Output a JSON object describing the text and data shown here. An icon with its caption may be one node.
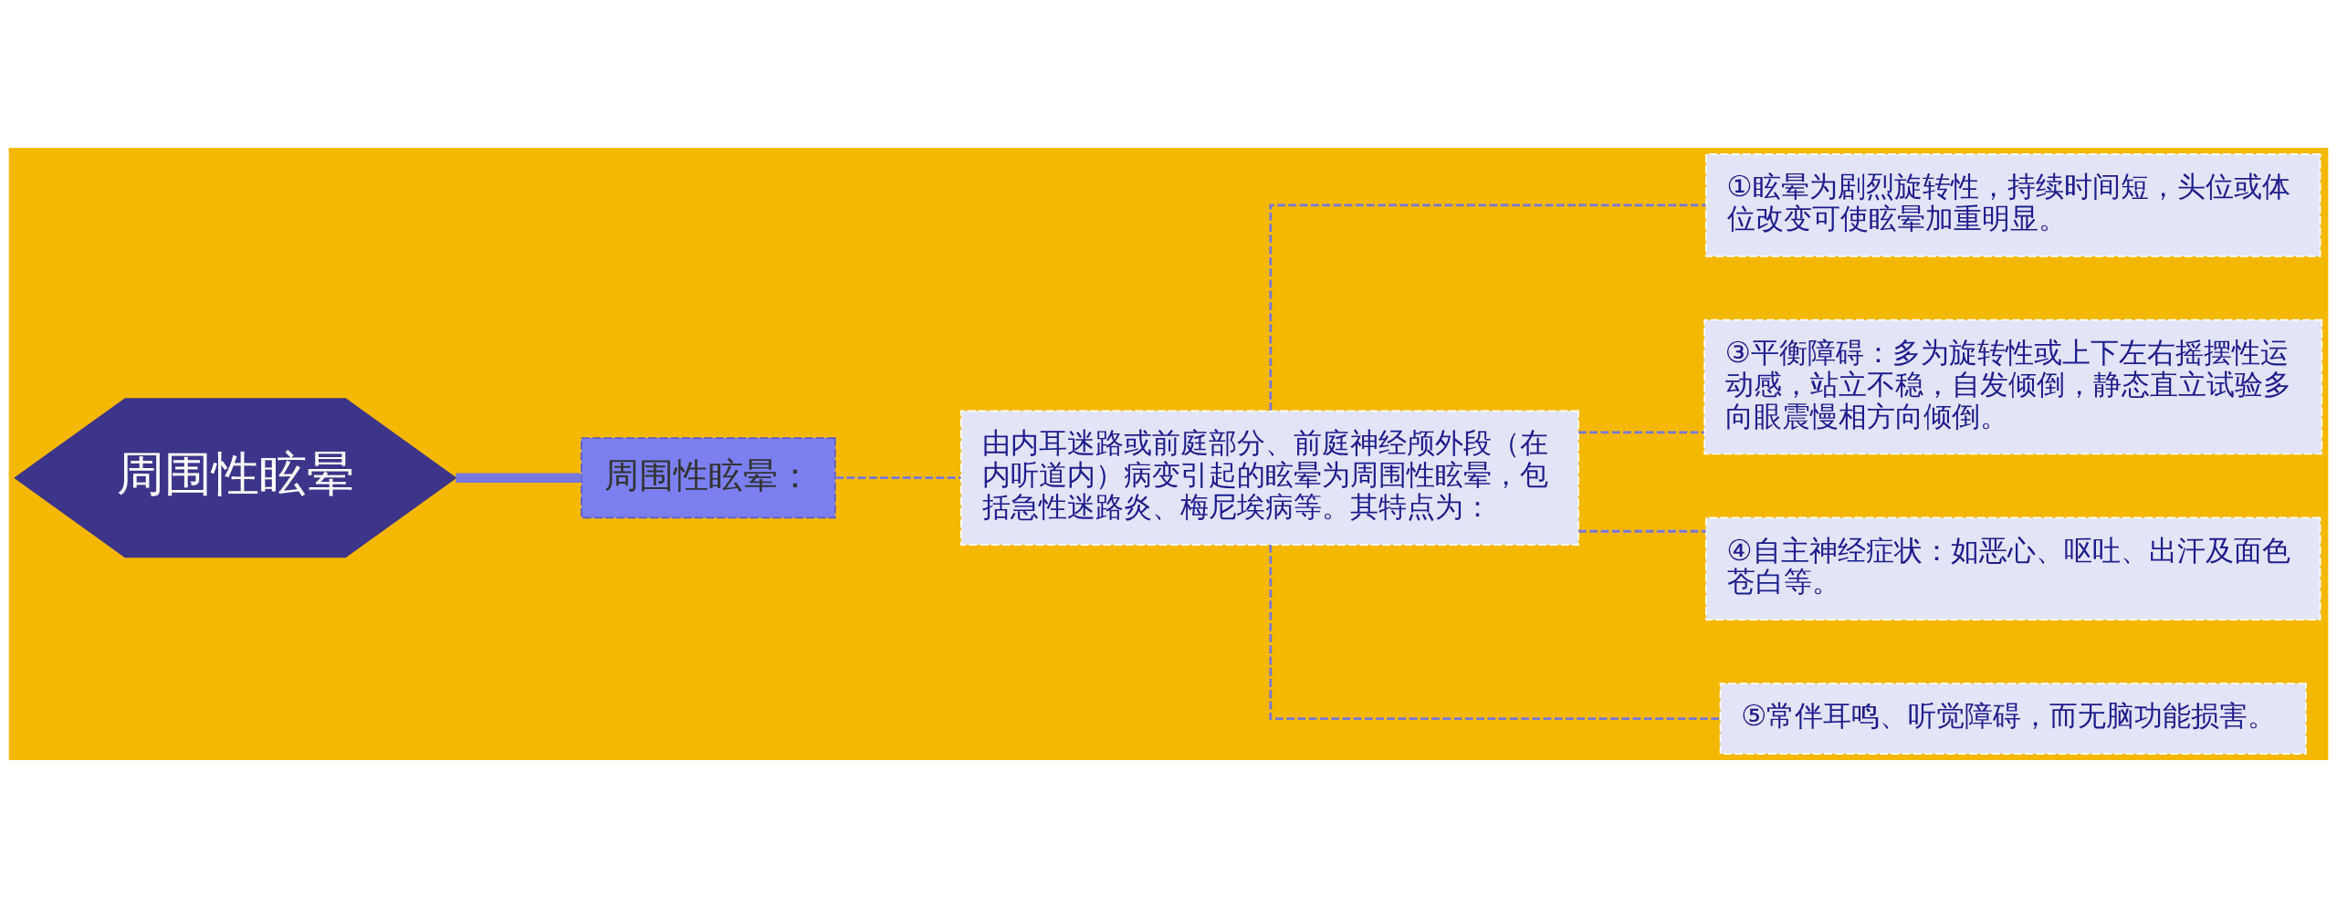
{
  "diagram": {
    "nodes": [
      {
        "text": [
          "周围性眩晕"
        ]
      },
      {
        "text": [
          "周围性眩晕："
        ]
      },
      {
        "text": [
          "由内耳迷路或前庭部分、前庭神经颅外段（在内听道内）病变引起的眩晕为周围性眩晕，包括急性迷路炎、梅尼埃病等。其特点为："
        ]
      },
      {
        "text": [
          "①眩晕为剧烈旋转性，持续时间短，头位或体位改变可使眩晕加重明显。"
        ]
      },
      {
        "text": [
          "③平衡障碍：多为旋转性或上下左右摇摆性运动感，站立不稳，自发倾倒，静态直立试验多向眼震慢相方向倾倒。"
        ]
      },
      {
        "text": [
          "④自主神经症状：如恶心、呕吐、出汗及面色苍白等。"
        ]
      },
      {
        "text": [
          "⑤常伴耳鸣、听觉障碍，而无脑功能损害。"
        ]
      }
    ],
    "edges": [
      {
        "from": 0,
        "to": 1,
        "arrow": "none",
        "style": "thick"
      },
      {
        "from": 1,
        "to": 2,
        "arrow": "none",
        "style": "dashed"
      },
      {
        "from": 2,
        "to": 3,
        "arrow": "none",
        "style": "dashed"
      },
      {
        "from": 2,
        "to": 4,
        "arrow": "none",
        "style": "dashed"
      },
      {
        "from": 2,
        "to": 5,
        "arrow": "none",
        "style": "dashed"
      },
      {
        "from": 2,
        "to": 6,
        "arrow": "none",
        "style": "dashed"
      }
    ]
  }
}
